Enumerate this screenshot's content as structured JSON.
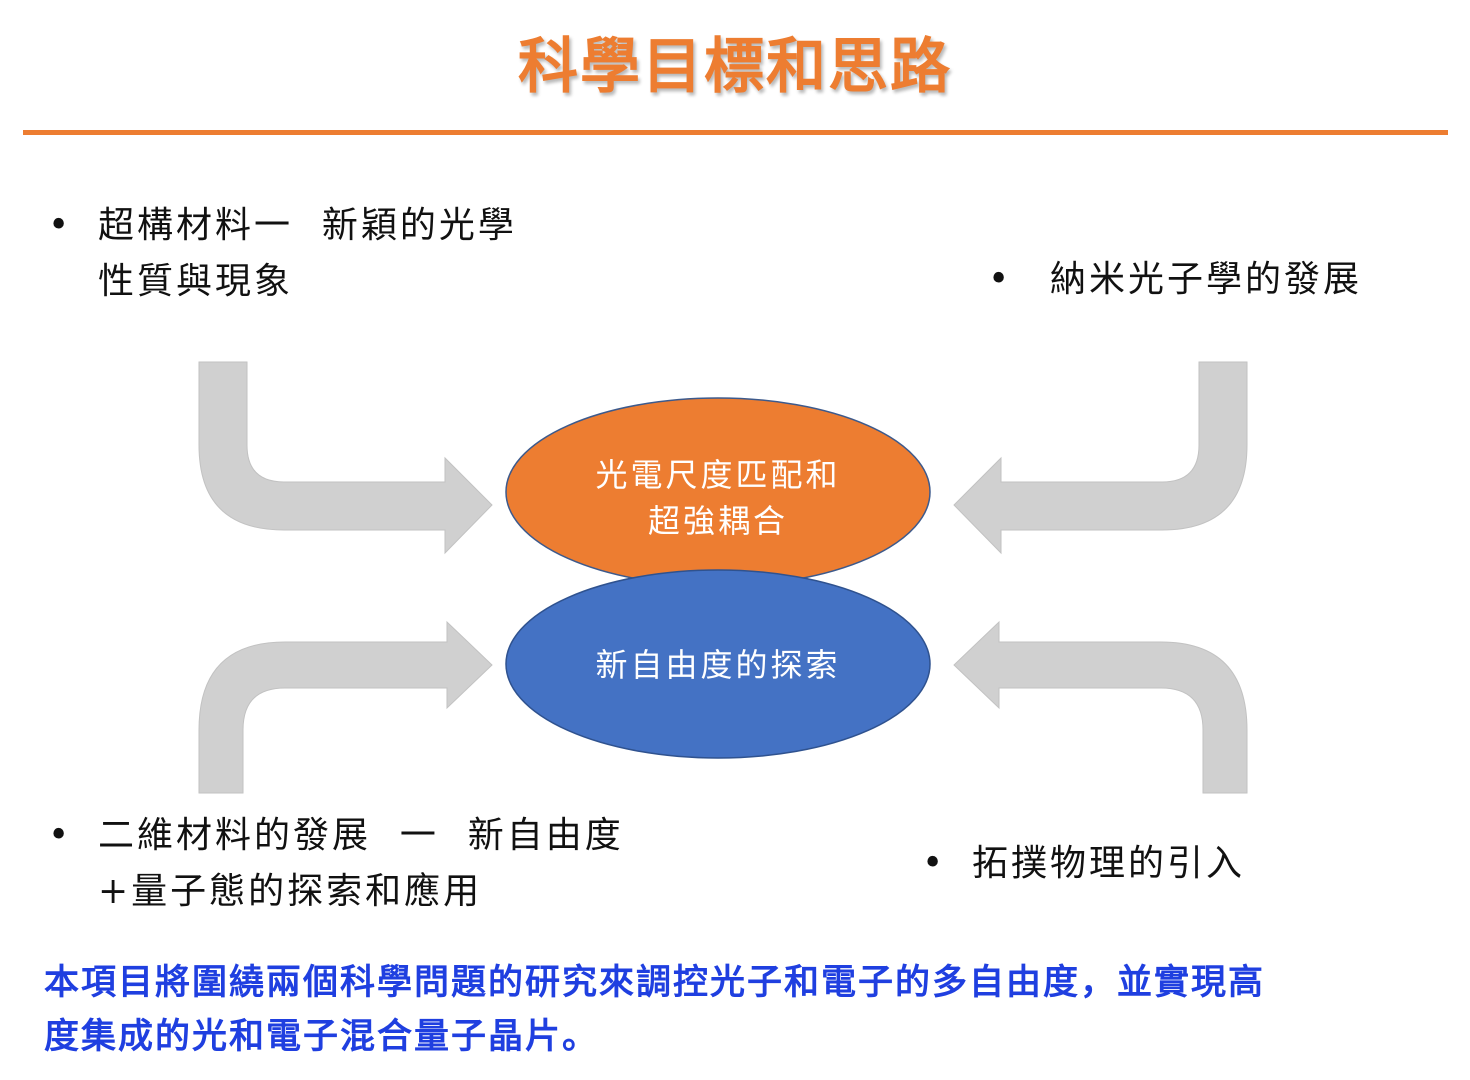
{
  "title": "科學目標和思路",
  "colors": {
    "accent": "#ED7D31",
    "ellipse_top": "#ED7D31",
    "ellipse_bottom": "#4472C4",
    "arrow": "#D0D0D0",
    "summary_text": "#1F3FE0"
  },
  "bullets": {
    "top_left": {
      "bullet": "•",
      "line1": "超構材料一  新穎的光學",
      "line2": "性質與現象"
    },
    "top_right": {
      "bullet": "•",
      "line1": "納米光子學的發展"
    },
    "bottom_left": {
      "bullet": "•",
      "line1": "二維材料的發展  一  新自由度",
      "line2": "+量子態的探索和應用"
    },
    "bottom_right": {
      "bullet": "•",
      "line1": "拓撲物理的引入"
    }
  },
  "ellipses": {
    "top": {
      "line1": "光電尺度匹配和",
      "line2": "超強耦合"
    },
    "bottom": {
      "line1": "新自由度的探索"
    }
  },
  "summary": {
    "line1": "本項目將圍繞兩個科學問題的研究來調控光子和電子的多自由度，並實現高",
    "line2": "度集成的光和電子混合量子晶片。"
  }
}
